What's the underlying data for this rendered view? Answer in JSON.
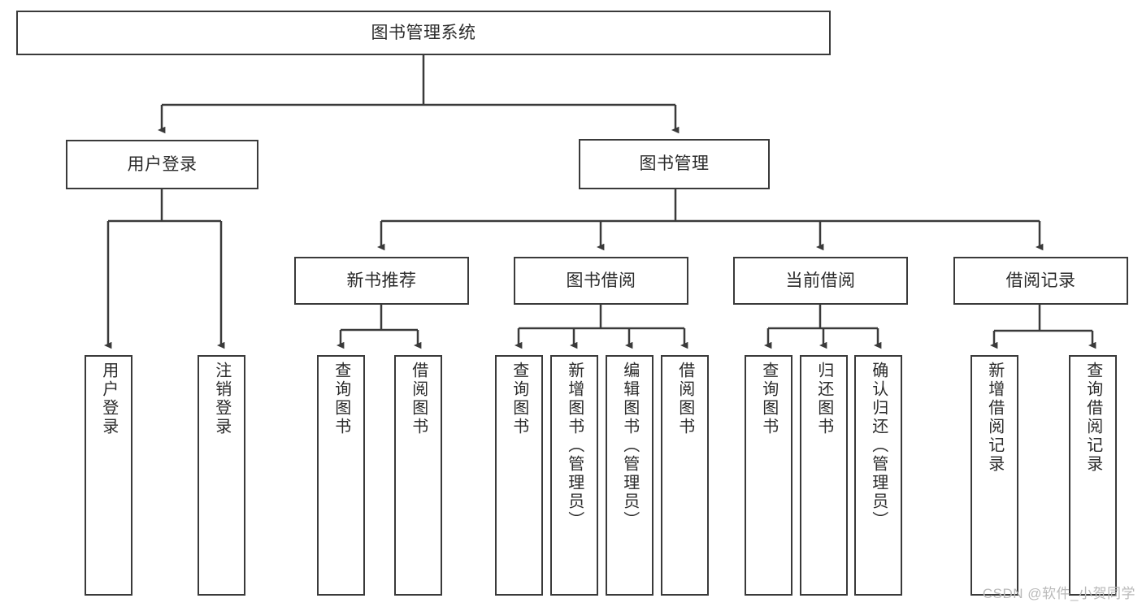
{
  "diagram": {
    "title": "图书管理系统",
    "stroke_color": "#3a3a3a",
    "text_color": "#2b2b2b",
    "background_color": "#ffffff",
    "root": {
      "label": "图书管理系统"
    },
    "level2": [
      {
        "label": "用户登录"
      },
      {
        "label": "图书管理"
      }
    ],
    "level3": [
      {
        "label": "新书推荐"
      },
      {
        "label": "图书借阅"
      },
      {
        "label": "当前借阅"
      },
      {
        "label": "借阅记录"
      }
    ],
    "leaves": {
      "user_login": [
        {
          "label": "用户登录"
        },
        {
          "label": "注销登录"
        }
      ],
      "new_book_recommend": [
        {
          "label": "查询图书"
        },
        {
          "label": "借阅图书"
        }
      ],
      "book_borrow": [
        {
          "label": "查询图书"
        },
        {
          "label": "新增图书（管理员）"
        },
        {
          "label": "编辑图书（管理员）"
        },
        {
          "label": "借阅图书"
        }
      ],
      "current_borrow": [
        {
          "label": "查询图书"
        },
        {
          "label": "归还图书"
        },
        {
          "label": "确认归还（管理员）"
        }
      ],
      "borrow_record": [
        {
          "label": "新增借阅记录"
        },
        {
          "label": "查询借阅记录"
        }
      ]
    }
  },
  "watermark": {
    "text": "CSDN @软件_小贺同学"
  }
}
